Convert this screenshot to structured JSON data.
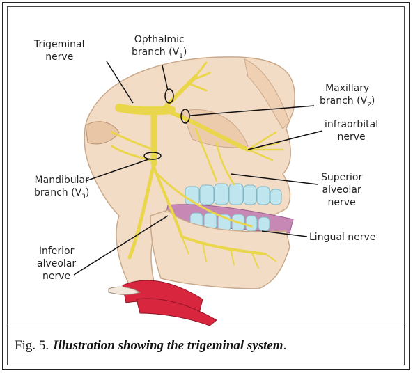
{
  "labels": {
    "trigeminal_line1": "Trigeminal",
    "trigeminal_line2": "nerve",
    "ophthalmic_line1": "Opthalmic",
    "ophthalmic_line2": "branch (V",
    "ophthalmic_sub": "1",
    "maxillary_line1": "Maxillary",
    "maxillary_line2": "branch (V",
    "maxillary_sub": "2",
    "infraorbital_line1": "infraorbital",
    "infraorbital_line2": "nerve",
    "superior_line1": "Superior",
    "superior_line2": "alveolar",
    "superior_line3": "nerve",
    "mandibular_line1": "Mandibular",
    "mandibular_line2": "branch (V",
    "mandibular_sub": "3",
    "lingual": "Lingual nerve",
    "inferior_line1": "Inferior",
    "inferior_line2": "alveolar",
    "inferior_line3": "nerve",
    "close_paren": ")"
  },
  "caption": {
    "label": "Fig. 5.",
    "text": "Illustration showing the trigeminal system",
    "end": "."
  },
  "colors": {
    "skin": "#f3dcc6",
    "bone": "#f0d2b4",
    "nerve": "#e9d64a",
    "teeth": "#bfe6ee",
    "gum": "#c888b6",
    "muscle": "#d8263e"
  }
}
